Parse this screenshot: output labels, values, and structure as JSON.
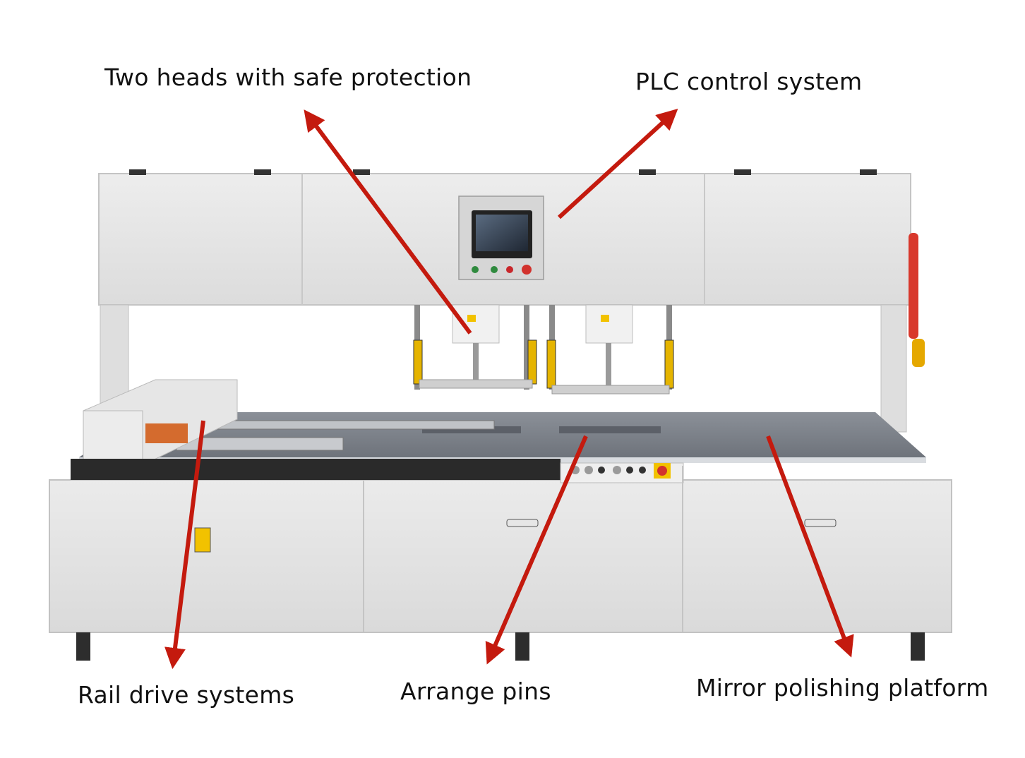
{
  "labels": {
    "heads": "Two heads with safe protection",
    "plc": "PLC control system",
    "rail": "Rail drive systems",
    "pins": "Arrange pins",
    "mirror": "Mirror polishing platform"
  },
  "colors": {
    "arrow": "#c41a0e",
    "body": "#e4e4e4",
    "panel_border": "#b9b9b9",
    "platform": "#7b8088",
    "warning": "#f2c200"
  }
}
